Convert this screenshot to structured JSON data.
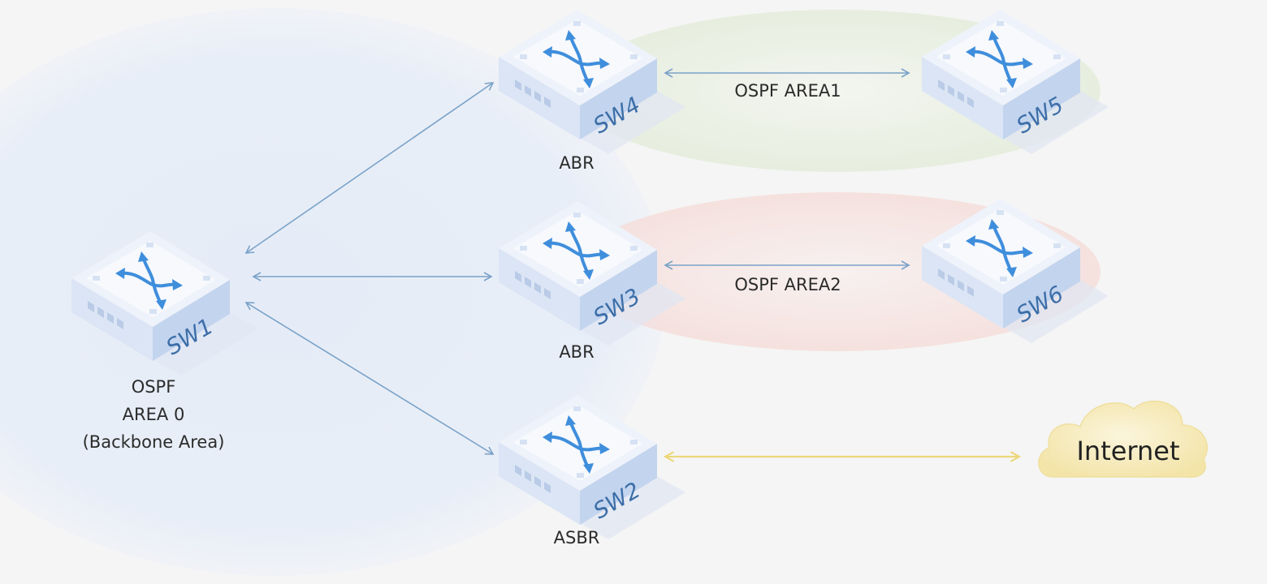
{
  "colors": {
    "background": "#f5f5f5",
    "link": "#7aa2c8",
    "internet_link": "#ecd77a",
    "backbone_area": "#e6edf8",
    "area1": "#e9f0e2",
    "area2": "#f6e4e2",
    "switch_top": "#f3f6fc",
    "switch_front": "#dbe5f5",
    "switch_side": "#c3d4ee",
    "switch_icon": "#3f8edc",
    "cloud_fill": "#f8eec0"
  },
  "switches": [
    {
      "id": "SW1",
      "label": "SW1",
      "role": ""
    },
    {
      "id": "SW4",
      "label": "SW4",
      "role": "ABR"
    },
    {
      "id": "SW3",
      "label": "SW3",
      "role": "ABR"
    },
    {
      "id": "SW2",
      "label": "SW2",
      "role": "ASBR"
    },
    {
      "id": "SW5",
      "label": "SW5",
      "role": ""
    },
    {
      "id": "SW6",
      "label": "SW6",
      "role": ""
    }
  ],
  "areas": {
    "backbone": {
      "line1": "OSPF",
      "line2": "AREA 0",
      "line3": "(Backbone Area)"
    },
    "area1": {
      "label": "OSPF AREA1"
    },
    "area2": {
      "label": "OSPF AREA2"
    }
  },
  "links": [
    {
      "from": "SW1",
      "to": "SW4",
      "type": "bidirectional"
    },
    {
      "from": "SW1",
      "to": "SW3",
      "type": "bidirectional"
    },
    {
      "from": "SW1",
      "to": "SW2",
      "type": "bidirectional"
    },
    {
      "from": "SW4",
      "to": "SW5",
      "type": "bidirectional"
    },
    {
      "from": "SW3",
      "to": "SW6",
      "type": "bidirectional"
    },
    {
      "from": "SW2",
      "to": "Internet",
      "type": "bidirectional"
    }
  ],
  "internet": {
    "label": "Internet"
  }
}
